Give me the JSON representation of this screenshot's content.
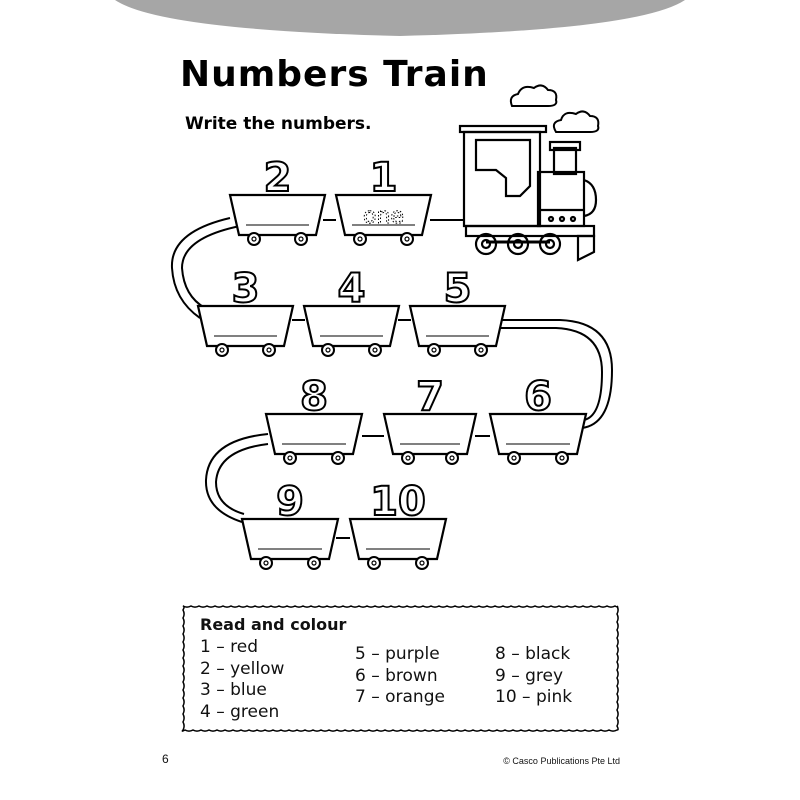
{
  "page": {
    "title": "Numbers Train",
    "instruction": "Write the numbers.",
    "page_number": "6",
    "copyright": "© Casco Publications Pte Ltd"
  },
  "train": {
    "wagon_numbers": [
      "2",
      "1",
      "3",
      "4",
      "5",
      "8",
      "7",
      "6",
      "9",
      "10"
    ],
    "example_word": "one"
  },
  "colour_key": {
    "title": "Read and colour",
    "columns": [
      [
        "1 – red",
        "2 – yellow",
        "3 – blue",
        "4 – green"
      ],
      [
        "5 – purple",
        "6 – brown",
        "7 – orange"
      ],
      [
        "8 – black",
        "9 – grey",
        "10 – pink"
      ]
    ]
  },
  "colors": {
    "header_band": "#a6a6a6",
    "ink": "#000000",
    "paper": "#ffffff"
  }
}
